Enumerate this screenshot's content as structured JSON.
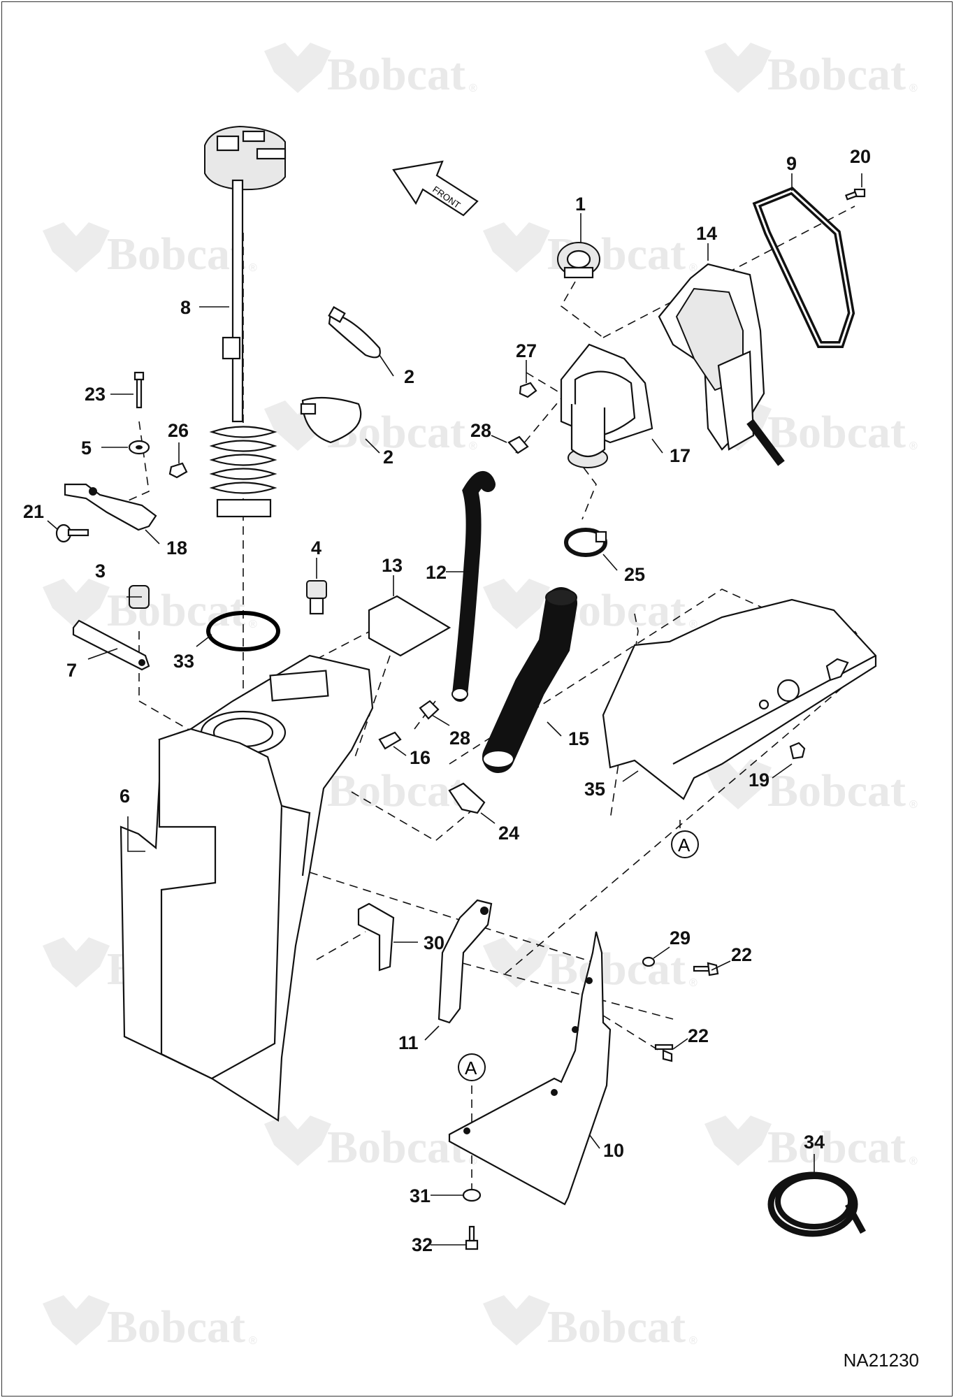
{
  "brand": {
    "watermark": "Bobcat",
    "registered_mark": "®"
  },
  "direction_label": "FRONT",
  "drawing_number": "NA21230",
  "reference_marker": "A",
  "callouts": [
    {
      "id": "c1",
      "label": "1"
    },
    {
      "id": "c2a",
      "label": "2"
    },
    {
      "id": "c2b",
      "label": "2"
    },
    {
      "id": "c3",
      "label": "3"
    },
    {
      "id": "c4",
      "label": "4"
    },
    {
      "id": "c5",
      "label": "5"
    },
    {
      "id": "c6",
      "label": "6"
    },
    {
      "id": "c7",
      "label": "7"
    },
    {
      "id": "c8",
      "label": "8"
    },
    {
      "id": "c9",
      "label": "9"
    },
    {
      "id": "c10",
      "label": "10"
    },
    {
      "id": "c11",
      "label": "11"
    },
    {
      "id": "c12",
      "label": "12"
    },
    {
      "id": "c13",
      "label": "13"
    },
    {
      "id": "c14",
      "label": "14"
    },
    {
      "id": "c15",
      "label": "15"
    },
    {
      "id": "c16",
      "label": "16"
    },
    {
      "id": "c17",
      "label": "17"
    },
    {
      "id": "c18",
      "label": "18"
    },
    {
      "id": "c19",
      "label": "19"
    },
    {
      "id": "c20",
      "label": "20"
    },
    {
      "id": "c21",
      "label": "21"
    },
    {
      "id": "c22a",
      "label": "22"
    },
    {
      "id": "c22b",
      "label": "22"
    },
    {
      "id": "c23",
      "label": "23"
    },
    {
      "id": "c24",
      "label": "24"
    },
    {
      "id": "c25",
      "label": "25"
    },
    {
      "id": "c26",
      "label": "26"
    },
    {
      "id": "c27",
      "label": "27"
    },
    {
      "id": "c28a",
      "label": "28"
    },
    {
      "id": "c28b",
      "label": "28"
    },
    {
      "id": "c29",
      "label": "29"
    },
    {
      "id": "c30",
      "label": "30"
    },
    {
      "id": "c31",
      "label": "31"
    },
    {
      "id": "c32",
      "label": "32"
    },
    {
      "id": "c33",
      "label": "33"
    },
    {
      "id": "c34",
      "label": "34"
    },
    {
      "id": "c35",
      "label": "35"
    }
  ]
}
